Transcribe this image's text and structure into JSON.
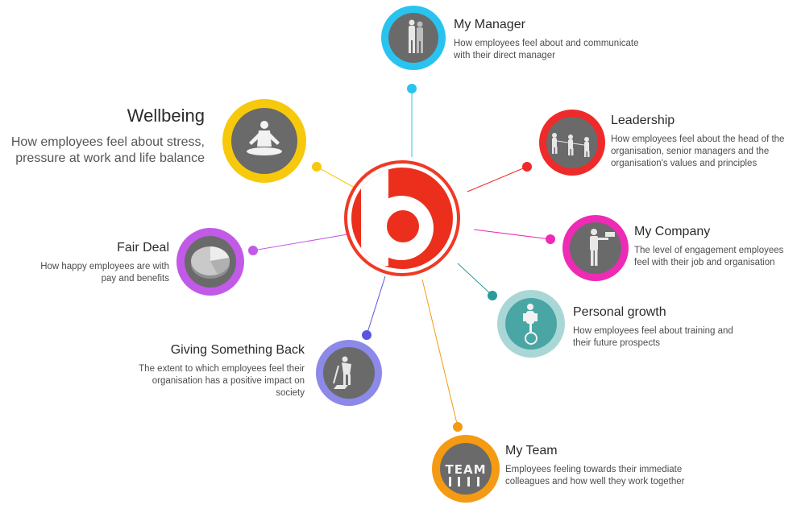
{
  "center": {
    "logo_letter": "b",
    "ring_color": "#f03a24",
    "fill_color": "#ec2f1d"
  },
  "nodes": {
    "manager": {
      "title": "My Manager",
      "description": "How employees feel about and communicate with their direct manager",
      "color": "#29c3ef",
      "icon": "two-people-icon"
    },
    "leadership": {
      "title": "Leadership",
      "description": "How employees feel about the head of the organisation, senior managers and the organisation's values and principles",
      "color": "#ef2a2a",
      "icon": "climbers-icon"
    },
    "company": {
      "title": "My Company",
      "description": "The level of engagement employees feel with their job and organisation",
      "color": "#ee2bb5",
      "icon": "presenter-icon"
    },
    "growth": {
      "title": "Personal growth",
      "description": "How employees feel about training and their future prospects",
      "color": "#a9d7d6",
      "dot_color": "#2a9a9a",
      "icon": "unicycle-icon"
    },
    "team": {
      "title": "My Team",
      "description": "Employees feeling towards their immediate colleagues and how well they work together",
      "color": "#f49a13",
      "icon": "team-letters-icon",
      "icon_letters": "TEAM"
    },
    "giving": {
      "title": "Giving Something Back",
      "description": "The extent to which employees feel their organisation has a positive impact on society",
      "color": "#8c89e8",
      "dot_color": "#5a55e0",
      "icon": "shovel-worker-icon"
    },
    "fairdeal": {
      "title": "Fair Deal",
      "description": "How happy employees are with pay and benefits",
      "color": "#c25ae8",
      "icon": "pie-chart-icon"
    },
    "wellbeing": {
      "title": "Wellbeing",
      "description": "How employees feel about stress, pressure at work and life balance",
      "color": "#f7c90c",
      "icon": "meditation-icon"
    }
  }
}
